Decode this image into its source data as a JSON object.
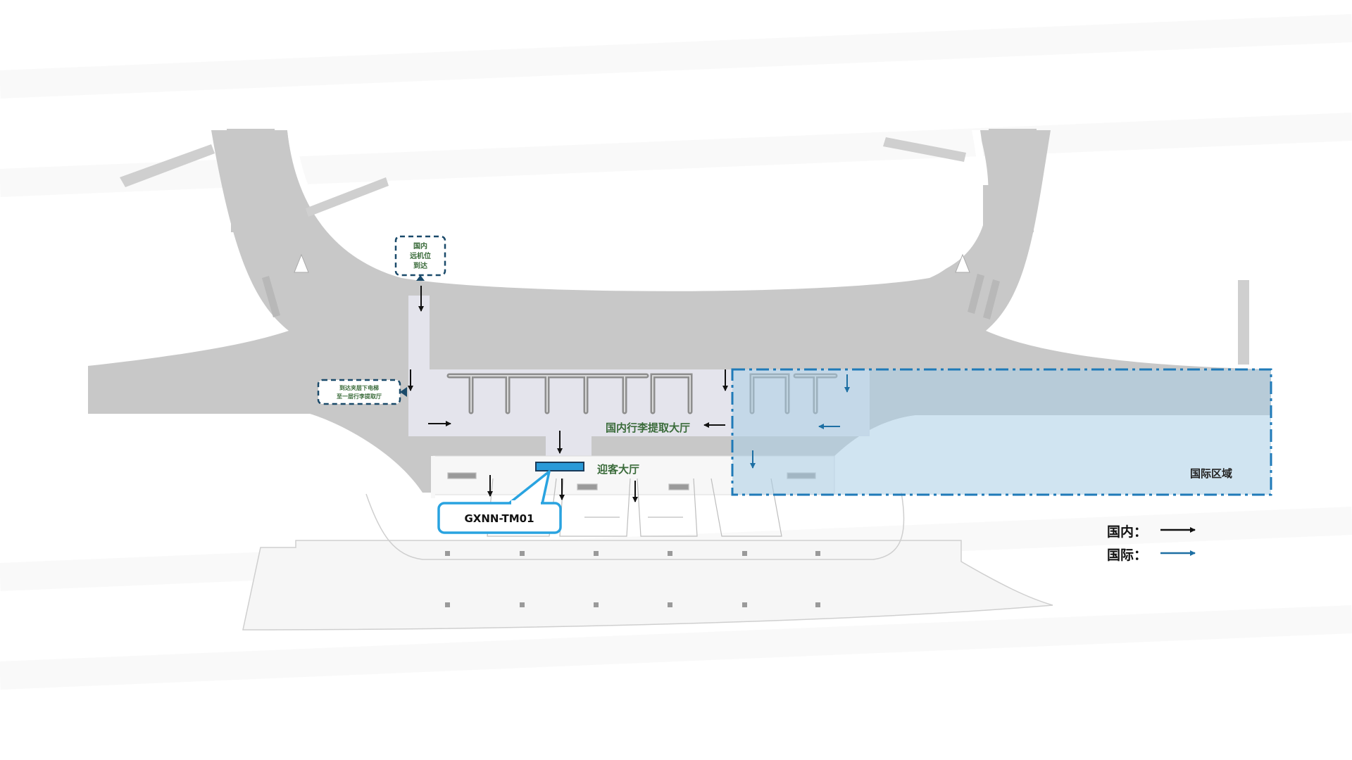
{
  "labels": {
    "domestic_remote_line1": "国内",
    "domestic_remote_line2": "远机位",
    "domestic_remote_line3": "到达",
    "escalator_line1": "到达夹层下电梯",
    "escalator_line2": "至一层行李提取厅",
    "baggage_hall": "国内行李提取大厅",
    "greeting_hall": "迎客大厅",
    "international_area": "国际区域",
    "device_code": "GXNN-TM01"
  },
  "legend": {
    "domestic": "国内：",
    "international": "国际："
  },
  "colors": {
    "domestic_arrow": "#111111",
    "international_arrow": "#1d6fa3",
    "label_green": "#3a6b3a",
    "callout_blue": "#29a3e0",
    "international_zone": "#a9cde6",
    "zone_border": "#1f7ab8",
    "baggage_hall_fill": "#e4e4ec",
    "apron": "#c8c8c8"
  }
}
